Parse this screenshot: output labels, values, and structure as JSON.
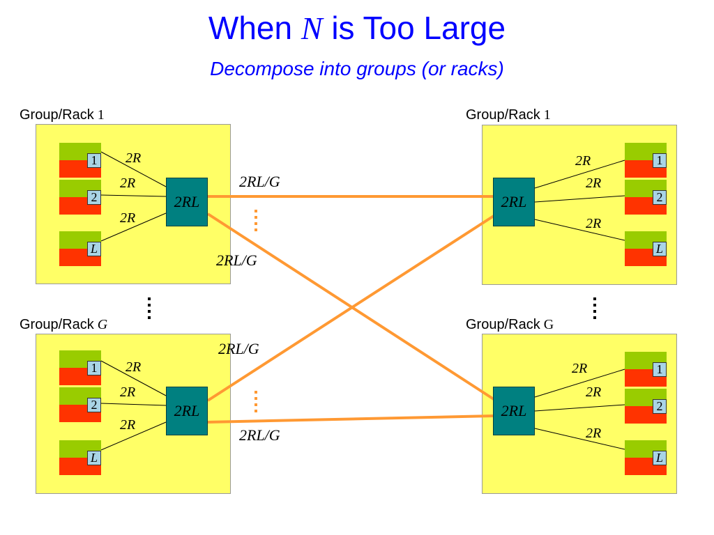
{
  "title": {
    "before": "When",
    "var": "N",
    "after": "is Too Large"
  },
  "subtitle": "Decompose into groups (or racks)",
  "racks": {
    "top_left": {
      "label_prefix": "Group/Rack",
      "label_suffix": "1"
    },
    "top_right": {
      "label_prefix": "Group/Rack",
      "label_suffix": "1"
    },
    "bottom_left": {
      "label_prefix": "Group/Rack",
      "label_suffix": "G"
    },
    "bottom_right": {
      "label_prefix": "Group/Rack",
      "label_suffix": "G"
    }
  },
  "server_ids": [
    "1",
    "2",
    "L"
  ],
  "switch_label": "2RL",
  "wire_label": "2R",
  "inter_rack_link_label": "2RL/G",
  "colors": {
    "rack_fill": "#ffff66",
    "server_top": "#99cc00",
    "server_bottom": "#ff3300",
    "switch_fill": "#008080",
    "link": "#ff9933",
    "title": "#0000ff"
  }
}
